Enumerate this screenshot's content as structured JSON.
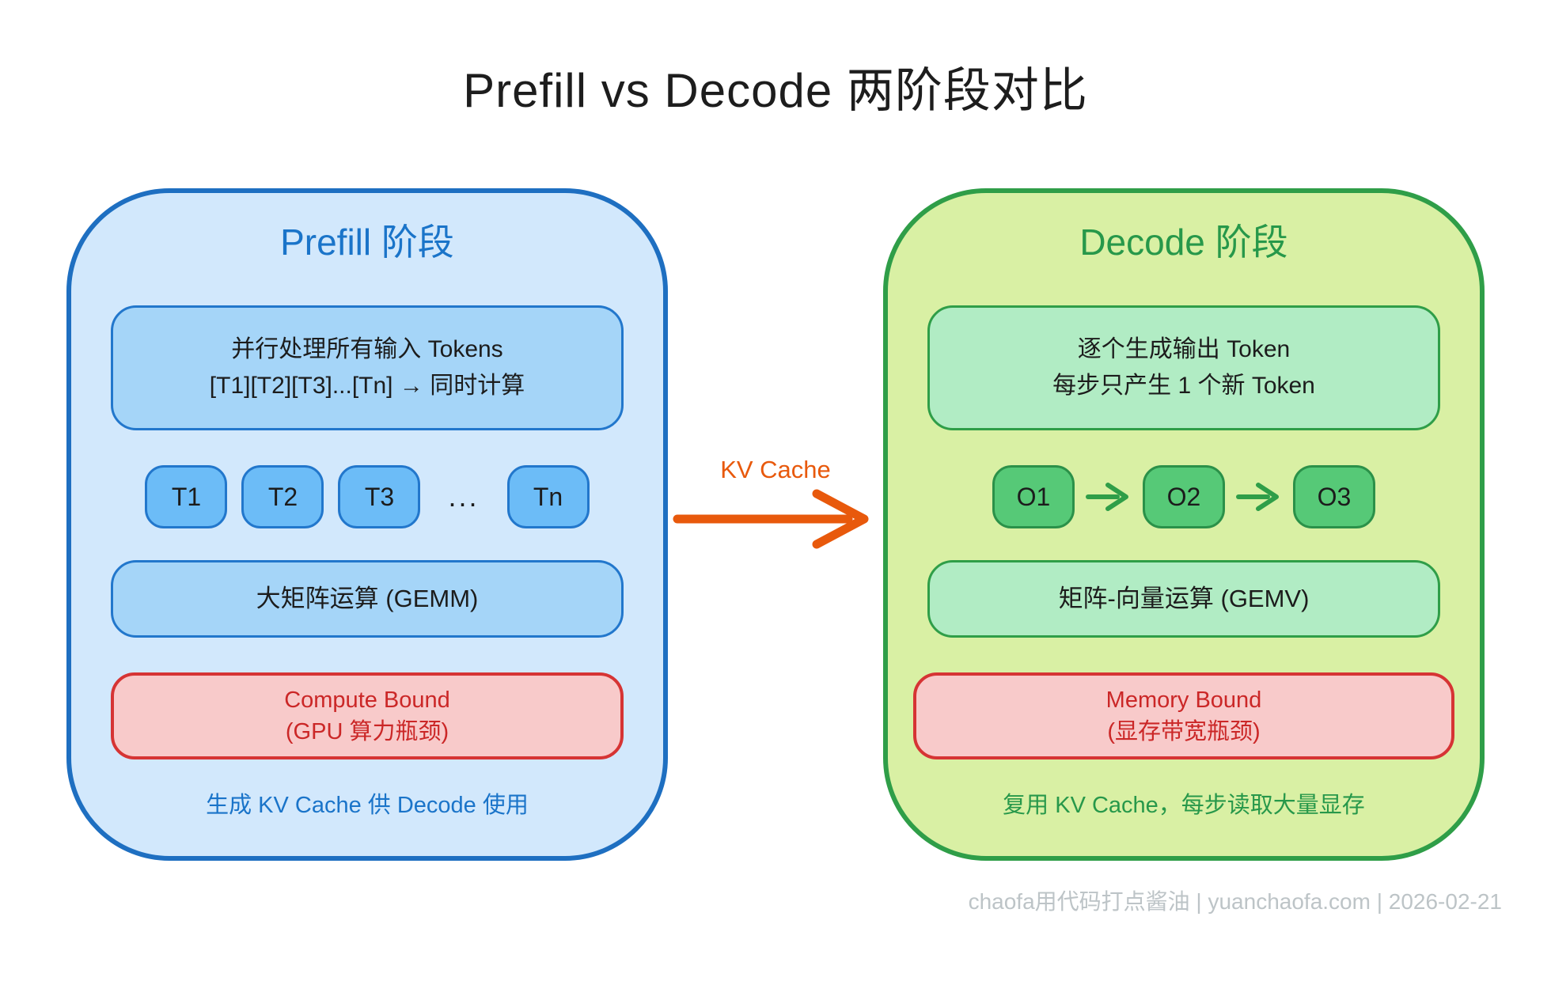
{
  "title": "Prefill vs Decode 两阶段对比",
  "kv_arrow": {
    "label": "KV Cache"
  },
  "prefill": {
    "header": "Prefill 阶段",
    "parallel_box": {
      "line1": "并行处理所有输入 Tokens",
      "line2": "[T1][T2][T3]...[Tn] → 同时计算"
    },
    "tokens": [
      "T1",
      "T2",
      "T3"
    ],
    "ellipsis": "...",
    "last_token": "Tn",
    "op_box": "大矩阵运算 (GEMM)",
    "bound_box": {
      "line1": "Compute Bound",
      "line2": "(GPU 算力瓶颈)"
    },
    "caption": "生成 KV Cache 供 Decode 使用"
  },
  "decode": {
    "header": "Decode 阶段",
    "gen_box": {
      "line1": "逐个生成输出 Token",
      "line2": "每步只产生 1 个新 Token"
    },
    "tokens": [
      "O1",
      "O2",
      "O3"
    ],
    "op_box": "矩阵-向量运算 (GEMV)",
    "bound_box": {
      "line1": "Memory Bound",
      "line2": "(显存带宽瓶颈)"
    },
    "caption": "复用 KV Cache，每步读取大量显存"
  },
  "footer": "chaofa用代码打点酱油 | yuanchaofa.com | 2026-02-21",
  "colors": {
    "prefill_panel_bg": "#d2e8fc",
    "prefill_panel_border": "#1e6fc1",
    "prefill_accent_text": "#1a74c9",
    "prefill_inner_box_bg": "#a5d5f8",
    "prefill_token_bg": "#6cbcf7",
    "decode_panel_bg": "#d9f0a4",
    "decode_panel_border": "#2f9e48",
    "decode_accent_text": "#27984a",
    "decode_inner_box_bg": "#b1ecc4",
    "decode_token_bg": "#56c977",
    "bound_box_bg": "#f8caca",
    "bound_box_border": "#d63434",
    "bound_box_text": "#cb2727",
    "kv_arrow_orange": "#e8590c",
    "watermark_gray": "#bdc4c7"
  }
}
